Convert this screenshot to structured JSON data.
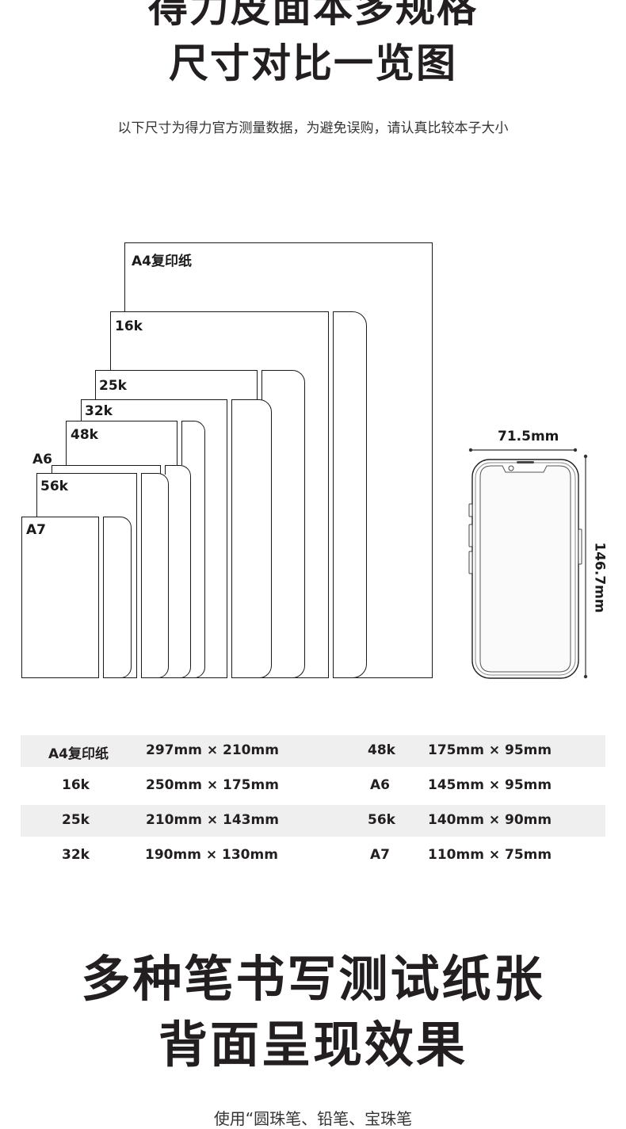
{
  "header": {
    "title_line1": "得力皮面本多规格",
    "title_line2": "尺寸对比一览图",
    "subtitle": "以下尺寸为得力官方测量数据，为避免误购，请认真比较本子大小"
  },
  "diagram": {
    "labels": {
      "a4": "A4复印纸",
      "k16": "16k",
      "k25": "25k",
      "k32": "32k",
      "k48": "48k",
      "a6": "A6",
      "k56": "56k",
      "a7": "A7"
    },
    "phone": {
      "width_label": "71.5mm",
      "height_label": "146.7mm"
    }
  },
  "size_table": {
    "rows": [
      {
        "name1": "A4复印纸",
        "size1": "297mm × 210mm",
        "name2": "48k",
        "size2": "175mm × 95mm"
      },
      {
        "name1": "16k",
        "size1": "250mm × 175mm",
        "name2": "A6",
        "size2": "145mm × 95mm"
      },
      {
        "name1": "25k",
        "size1": "210mm × 143mm",
        "name2": "56k",
        "size2": "140mm × 90mm"
      },
      {
        "name1": "32k",
        "size1": "190mm × 130mm",
        "name2": "A7",
        "size2": "110mm × 75mm"
      }
    ]
  },
  "section2": {
    "title_line1": "多种笔书写测试纸张",
    "title_line2": "背面呈现效果",
    "caption": "使用“圆珠笔、铅笔、宝珠笔"
  },
  "colors": {
    "text": "#231f20",
    "row_shade": "#efefef"
  }
}
